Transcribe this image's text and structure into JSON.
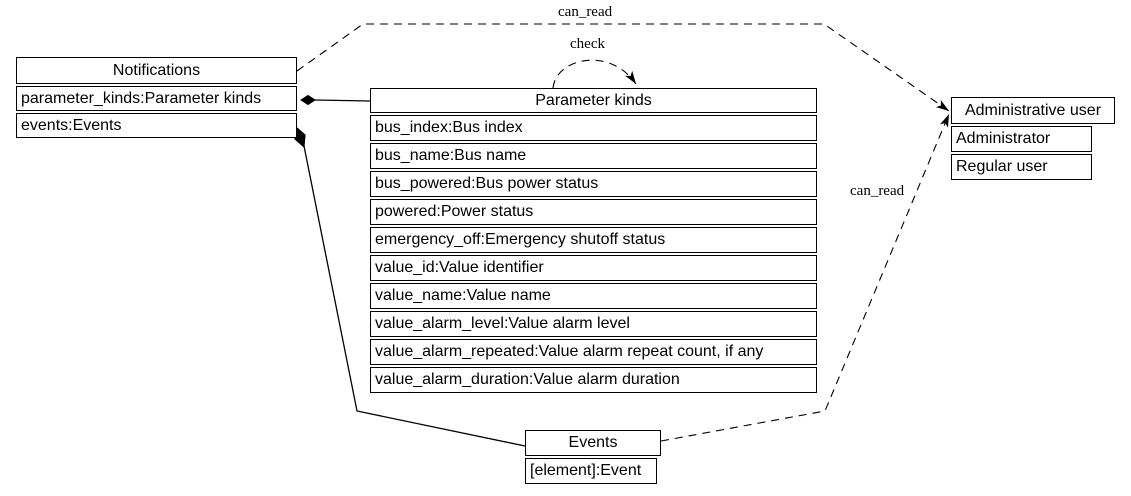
{
  "diagram": {
    "type": "uml-composition-diagram",
    "colors": {
      "background": "#ffffff",
      "stroke": "#000000",
      "fill": "#ffffff"
    },
    "nodes": {
      "notifications": {
        "title": "Notifications",
        "rows": [
          "parameter_kinds:Parameter kinds",
          "events:Events"
        ]
      },
      "parameter_kinds": {
        "title": "Parameter kinds",
        "rows": [
          "bus_index:Bus index",
          "bus_name:Bus name",
          "bus_powered:Bus power status",
          "powered:Power status",
          "emergency_off:Emergency shutoff status",
          "value_id:Value identifier",
          "value_name:Value name",
          "value_alarm_level:Value alarm level",
          "value_alarm_repeated:Value alarm repeat count, if any",
          "value_alarm_duration:Value alarm duration"
        ]
      },
      "administrative_user": {
        "title": "Administrative user",
        "rows": [
          "Administrator",
          "Regular user"
        ]
      },
      "events": {
        "title": "Events",
        "rows": [
          "[element]:Event"
        ]
      }
    },
    "edges": [
      {
        "from": "Notifications",
        "to": "Administrative user",
        "label": "can_read",
        "style": "dashed",
        "head": "vee"
      },
      {
        "from": "Parameter kinds",
        "to": "Parameter kinds",
        "label": "check",
        "style": "dashed",
        "head": "vee"
      },
      {
        "from": "Events",
        "to": "Administrative user",
        "label": "can_read",
        "style": "dashed",
        "head": "vee"
      },
      {
        "from": "Notifications.parameter_kinds",
        "to": "Parameter kinds",
        "label": "",
        "style": "solid",
        "tail": "diamond"
      },
      {
        "from": "Notifications.events",
        "to": "Events",
        "label": "",
        "style": "solid",
        "tail": "diamond"
      }
    ]
  }
}
